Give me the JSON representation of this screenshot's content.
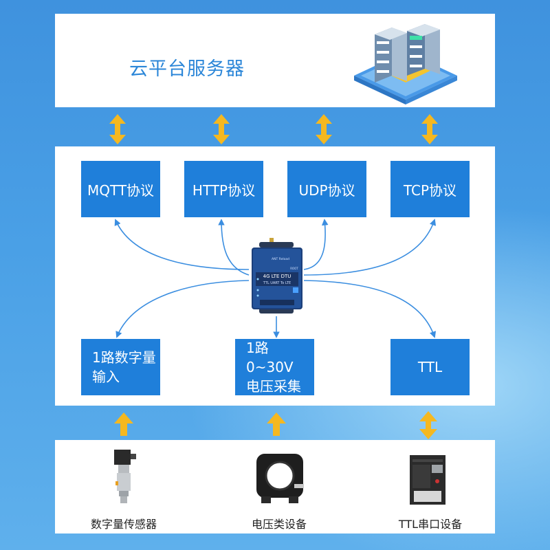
{
  "cloud": {
    "title": "云平台服务器",
    "icon": "server-rack-icon"
  },
  "protocols": [
    {
      "label": "MQTT协议"
    },
    {
      "label": "HTTP协议"
    },
    {
      "label": "UDP协议"
    },
    {
      "label": "TCP协议"
    }
  ],
  "dtu": {
    "icon": "4g-dtu-device-icon",
    "label_main": "4G LTE DTU",
    "label_sub": "TTL UART To LTE",
    "label_ant": "ANT Reload",
    "label_root": "ROOT"
  },
  "interfaces": [
    {
      "line1": "1路数字量",
      "line2": "输入"
    },
    {
      "line1": "1路0~30V",
      "line2": "电压采集"
    },
    {
      "line1": "TTL"
    }
  ],
  "devices": [
    {
      "label": "数字量传感器",
      "icon": "pressure-sensor-icon"
    },
    {
      "label": "电压类设备",
      "icon": "current-transformer-icon"
    },
    {
      "label": "TTL串口设备",
      "icon": "industrial-printer-icon"
    }
  ],
  "colors": {
    "box_blue": "#1f7fda",
    "title_blue": "#2b86d8",
    "arrow_yellow": "#f5b820",
    "connector_blue": "#3b8ee0"
  }
}
